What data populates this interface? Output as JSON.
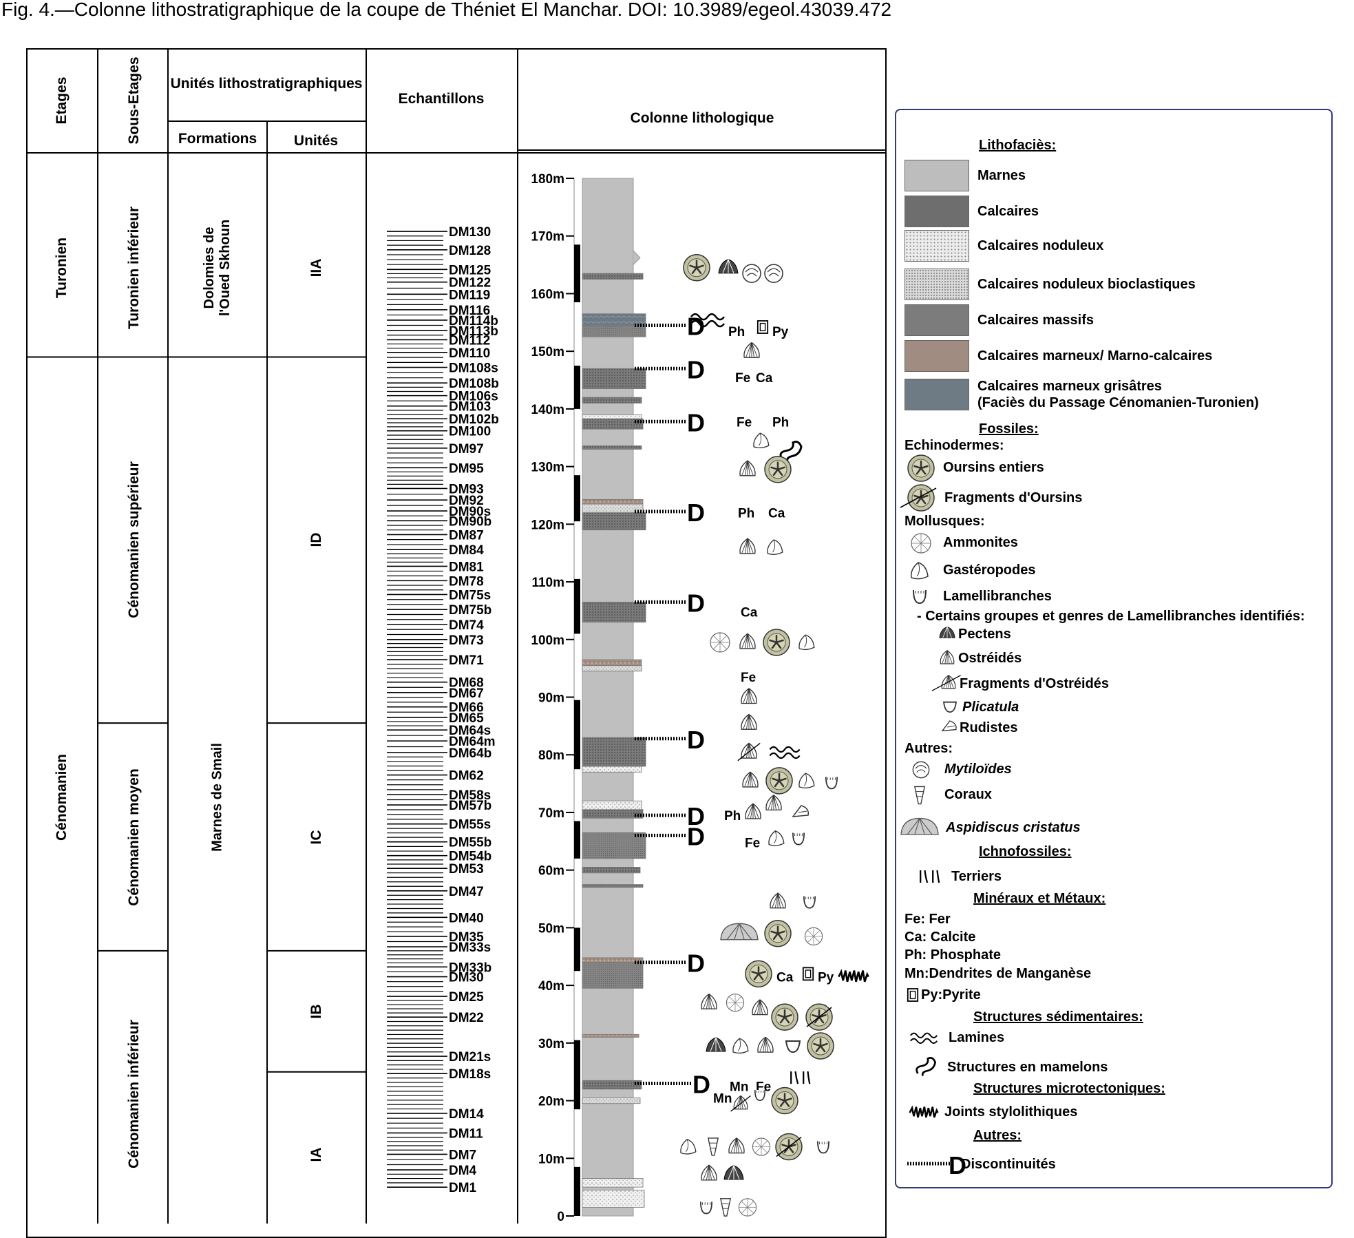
{
  "caption": "Fig. 4.—Colonne lithostratigraphique de la coupe de Théniet El Manchar. DOI: 10.3989/egeol.43039.472",
  "headers": {
    "etages": "Etages",
    "sous_etages": "Sous-Etages",
    "unites_litho": "Unités lithostratigraphiques",
    "formations": "Formations",
    "unites": "Unités",
    "echantillons": "Echantillons",
    "colonne": "Colonne lithologique"
  },
  "etages": [
    {
      "label": "Turonien",
      "from": 149,
      "to": 180
    },
    {
      "label": "Cénomanien",
      "from": -4,
      "to": 149
    }
  ],
  "sous_etages": [
    {
      "label": "Turonien inférieur",
      "from": 149,
      "to": 180
    },
    {
      "label": "Cénomanien supérieur",
      "from": 85.5,
      "to": 149
    },
    {
      "label": "Cénomanien moyen",
      "from": 46,
      "to": 85.5
    },
    {
      "label": "Cénomanien inférieur",
      "from": -4,
      "to": 46
    }
  ],
  "formations": [
    {
      "label": "Dolomies de\nl'Oued Skhoun",
      "from": 149,
      "to": 180
    },
    {
      "label": "Marnes de Smail",
      "from": -4,
      "to": 149
    }
  ],
  "unites": [
    {
      "label": "IIA",
      "from": 149,
      "to": 180
    },
    {
      "label": "ID",
      "from": 85.5,
      "to": 149
    },
    {
      "label": "IC",
      "from": 46,
      "to": 85.5
    },
    {
      "label": "IB",
      "from": 25,
      "to": 46
    },
    {
      "label": "IA",
      "from": -4,
      "to": 25
    }
  ],
  "echantillons": [
    {
      "label": "DM130",
      "m": 170.8
    },
    {
      "label": "DM128",
      "m": 167.6
    },
    {
      "label": "DM125",
      "m": 164.2
    },
    {
      "label": "DM122",
      "m": 162.0
    },
    {
      "label": "DM119",
      "m": 159.9
    },
    {
      "label": "DM116",
      "m": 157.2
    },
    {
      "label": "DM114b",
      "m": 155.4
    },
    {
      "label": "DM113b",
      "m": 153.6
    },
    {
      "label": "DM112",
      "m": 152.0
    },
    {
      "label": "DM110",
      "m": 149.8
    },
    {
      "label": "DM108s",
      "m": 147.2
    },
    {
      "label": "DM108b",
      "m": 144.5
    },
    {
      "label": "DM106s",
      "m": 142.3
    },
    {
      "label": "DM103",
      "m": 140.5
    },
    {
      "label": "DM102b",
      "m": 138.3
    },
    {
      "label": "DM100",
      "m": 136.2
    },
    {
      "label": "DM97",
      "m": 133.2
    },
    {
      "label": "DM95",
      "m": 129.8
    },
    {
      "label": "DM93",
      "m": 126.2
    },
    {
      "label": "DM92",
      "m": 124.2
    },
    {
      "label": "DM90s",
      "m": 122.3
    },
    {
      "label": "DM90b",
      "m": 120.6
    },
    {
      "label": "DM87",
      "m": 118.2
    },
    {
      "label": "DM84",
      "m": 115.6
    },
    {
      "label": "DM81",
      "m": 112.7
    },
    {
      "label": "DM78",
      "m": 110.2
    },
    {
      "label": "DM75s",
      "m": 107.8
    },
    {
      "label": "DM75b",
      "m": 105.2
    },
    {
      "label": "DM74",
      "m": 102.6
    },
    {
      "label": "DM73",
      "m": 100.0
    },
    {
      "label": "DM71",
      "m": 96.5
    },
    {
      "label": "DM68",
      "m": 92.6
    },
    {
      "label": "DM67",
      "m": 90.8
    },
    {
      "label": "DM66",
      "m": 88.3
    },
    {
      "label": "DM65",
      "m": 86.5
    },
    {
      "label": "DM64s",
      "m": 84.3
    },
    {
      "label": "DM64m",
      "m": 82.4
    },
    {
      "label": "DM64b",
      "m": 80.4
    },
    {
      "label": "DM62",
      "m": 76.5
    },
    {
      "label": "DM58s",
      "m": 73.1
    },
    {
      "label": "DM57b",
      "m": 71.3
    },
    {
      "label": "DM55s",
      "m": 68.0
    },
    {
      "label": "DM55b",
      "m": 64.9
    },
    {
      "label": "DM54b",
      "m": 62.5
    },
    {
      "label": "DM53",
      "m": 60.3
    },
    {
      "label": "DM47",
      "m": 56.4
    },
    {
      "label": "DM40",
      "m": 51.8
    },
    {
      "label": "DM35",
      "m": 48.5
    },
    {
      "label": "DM33s",
      "m": 46.7
    },
    {
      "label": "DM33b",
      "m": 43.2
    },
    {
      "label": "DM30",
      "m": 41.5
    },
    {
      "label": "DM25",
      "m": 38.1
    },
    {
      "label": "DM22",
      "m": 34.5
    },
    {
      "label": "DM21s",
      "m": 27.7
    },
    {
      "label": "DM18s",
      "m": 24.7
    },
    {
      "label": "DM14",
      "m": 17.8
    },
    {
      "label": "DM11",
      "m": 14.4
    },
    {
      "label": "DM7",
      "m": 10.7
    },
    {
      "label": "DM4",
      "m": 8.0
    },
    {
      "label": "DM1",
      "m": 5.0
    }
  ],
  "depth_axis": {
    "labels": [
      "0",
      "10m",
      "20m",
      "30m",
      "40m",
      "50m",
      "60m",
      "70m",
      "80m",
      "90m",
      "100m",
      "110m",
      "120m",
      "130m",
      "140m",
      "150m",
      "160m",
      "170m",
      "180m"
    ],
    "min_m": 0,
    "max_m": 180
  },
  "discontinuities": [
    154.5,
    147.0,
    137.8,
    122.2,
    106.5,
    82.8,
    69.5,
    66.0,
    44.0,
    23.0
  ],
  "column_annotations": {
    "ph_py": [
      "Ph",
      "Py"
    ],
    "fe_ca": [
      "Fe",
      "Ca"
    ],
    "fe_ph": [
      "Fe",
      "Ph"
    ],
    "ph_ca": [
      "Ph",
      "Ca"
    ],
    "ca_1": "Ca",
    "fe_1": "Fe",
    "ph_2": "Ph",
    "fe_2": "Fe",
    "ca_py": [
      "Ca",
      "Py"
    ],
    "mn_fe": [
      "Mn",
      "Fe"
    ],
    "mn_2": "Mn"
  },
  "legend": {
    "lithofacies_title": "Lithofaciès:",
    "lithofacies": [
      {
        "label": "Marnes",
        "color": "#bdbdbd"
      },
      {
        "label": "Calcaires",
        "color": "#6e6e6e"
      },
      {
        "label": "Calcaires noduleux",
        "color": "#ececec"
      },
      {
        "label": "Calcaires noduleux bioclastiques",
        "color": "#dadada"
      },
      {
        "label": "Calcaires massifs",
        "color": "#7c7c7c"
      },
      {
        "label": "Calcaires marneux/ Marno-calcaires",
        "color": "#a08c80"
      },
      {
        "label": "Calcaires marneux grisâtres",
        "label2": "(Faciès du Passage Cénomanien-Turonien)",
        "color": "#6f7b84"
      }
    ],
    "fossiles_title": "Fossiles:",
    "echinodermes": "Echinodermes:",
    "oursins_entiers": "Oursins entiers",
    "fragments_oursins": "Fragments d'Oursins",
    "mollusques": "Mollusques:",
    "ammonites": "Ammonites",
    "gasteropodes": "Gastéropodes",
    "lamellibranches": "Lamellibranches",
    "groupes": "- Certains groupes et genres de Lamellibranches identifiés:",
    "pectens": "Pectens",
    "ostreides": "Ostréidés",
    "fragments_ostreides": "Fragments d'Ostréidés",
    "plicatula": "Plicatula",
    "rudistes": "Rudistes",
    "autres": "Autres:",
    "mytiloides": "Mytiloïdes",
    "coraux": "Coraux",
    "aspidiscus": "Aspidiscus cristatus",
    "ichnofossiles_title": "Ichnofossiles:",
    "terriers": "Terriers",
    "mineraux_title": "Minéraux et Métaux:",
    "fe": "Fe: Fer",
    "ca": "Ca: Calcite",
    "ph": "Ph: Phosphate",
    "mn": "Mn:Dendrites de Manganèse",
    "py": "Py:Pyrite",
    "sed_title": "Structures sédimentaires:",
    "lamines": "Lamines",
    "mamelons": "Structures en mamelons",
    "micro_title": "Structures microtectoniques:",
    "joints": "Joints stylolithiques",
    "autres_title": "Autres:",
    "discontinuites": "Discontinuités",
    "discontinuity_letter": "D"
  }
}
